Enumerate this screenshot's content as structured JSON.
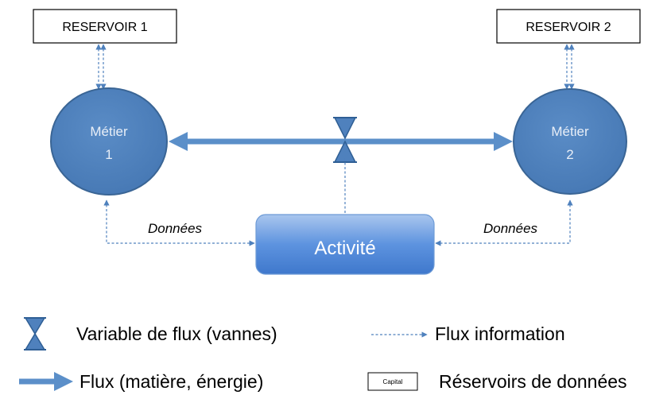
{
  "reservoirs": [
    {
      "label": "RESERVOIR 1"
    },
    {
      "label": "RESERVOIR 2"
    }
  ],
  "metiers": [
    {
      "line1": "Métier",
      "line2": "1"
    },
    {
      "line1": "Métier",
      "line2": "2"
    }
  ],
  "activity": {
    "label": "Activité"
  },
  "data_labels": {
    "left": "Données",
    "right": "Données"
  },
  "legend": {
    "valve_label": "Variable de flux (vannes)",
    "info_label": "Flux information",
    "flow_label": "Flux (matière, énergie)",
    "capital_box": "Capital",
    "reservoir_label": "Réservoirs de données"
  },
  "colors": {
    "node_fill": "#4f81bd",
    "node_stroke": "#3a6595",
    "info_line": "#4f81bd",
    "flow_line": "#5b8fc9"
  },
  "icons": {
    "valve": "hourglass-valve-icon",
    "info_arrow": "dashed-arrow-icon",
    "flow_arrow": "thick-arrow-icon"
  }
}
